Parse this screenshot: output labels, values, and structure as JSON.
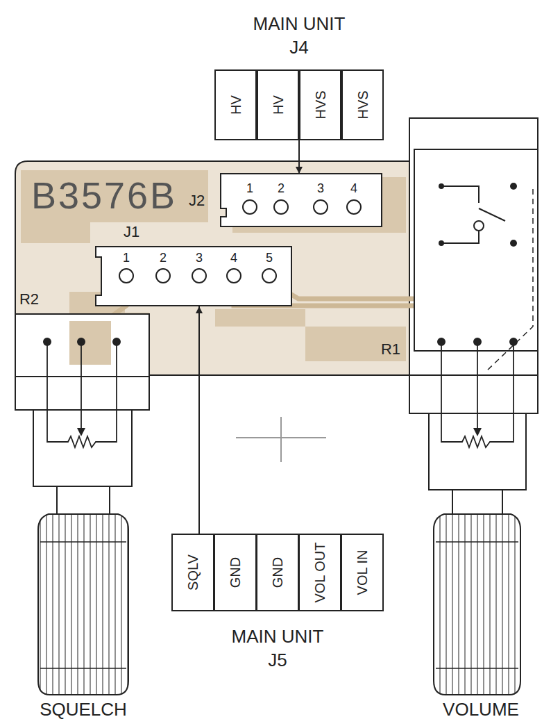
{
  "diagram": {
    "nodes": [
      {
        "text": [
          "MAIN UNIT J4"
        ]
      },
      {
        "text": [
          "HV"
        ],
        "in": 0
      },
      {
        "text": [
          "HV"
        ],
        "in": 0
      },
      {
        "text": [
          "HVS"
        ],
        "in": 0
      },
      {
        "text": [
          "HVS"
        ],
        "in": 0
      },
      {
        "text": [
          "J2"
        ]
      },
      {
        "text": [
          "J1"
        ]
      },
      {
        "text": [
          "MAIN UNIT J5"
        ]
      },
      {
        "text": [
          "SQLV"
        ],
        "in": 7
      },
      {
        "text": [
          "GND"
        ],
        "in": 7
      },
      {
        "text": [
          "GND"
        ],
        "in": 7
      },
      {
        "text": [
          "VOL OUT"
        ],
        "in": 7
      },
      {
        "text": [
          "VOL IN"
        ],
        "in": 7
      }
    ],
    "edges": [
      {
        "from": 0,
        "to": 5,
        "arrow": "to"
      },
      {
        "from": 7,
        "to": 6,
        "arrow": "to"
      }
    ],
    "labels": [
      "B3576B",
      "1",
      "2",
      "3",
      "4",
      "1",
      "2",
      "3",
      "4",
      "5",
      "R2",
      "R1",
      "SQUELCH",
      "VOLUME"
    ]
  }
}
